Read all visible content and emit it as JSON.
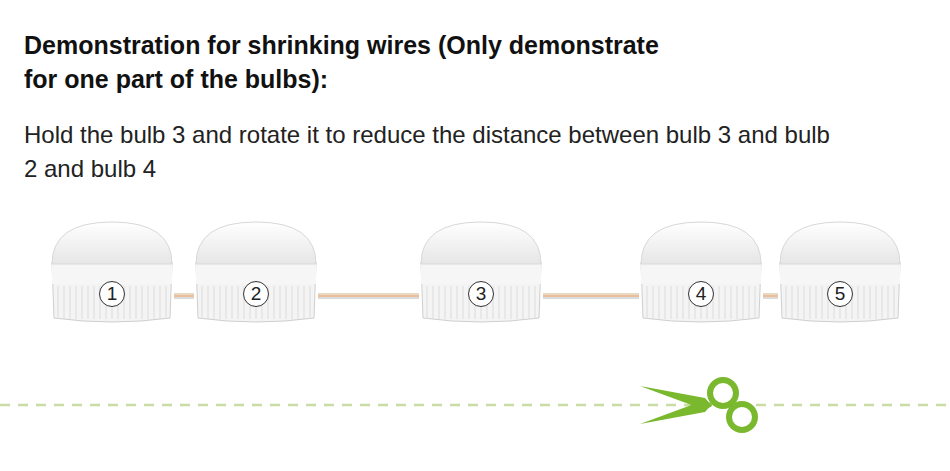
{
  "diagram": {
    "title": "Demonstration for shrinking wires (Only demonstrate for one part of the bulbs):",
    "nodes": [
      {
        "text": [
          "1"
        ]
      },
      {
        "text": [
          "2"
        ]
      },
      {
        "text": [
          "3"
        ]
      },
      {
        "text": [
          "4"
        ]
      },
      {
        "text": [
          "5"
        ]
      }
    ],
    "edges": [
      {
        "from": 0,
        "to": 1,
        "arrow": "none"
      },
      {
        "from": 1,
        "to": 2,
        "arrow": "none"
      },
      {
        "from": 2,
        "to": 3,
        "arrow": "none"
      },
      {
        "from": 3,
        "to": 4,
        "arrow": "none"
      }
    ],
    "labels": [
      "Hold the bulb 3 and rotate it to reduce the distance between bulb 3 and bulb 2 and bulb 4"
    ]
  }
}
